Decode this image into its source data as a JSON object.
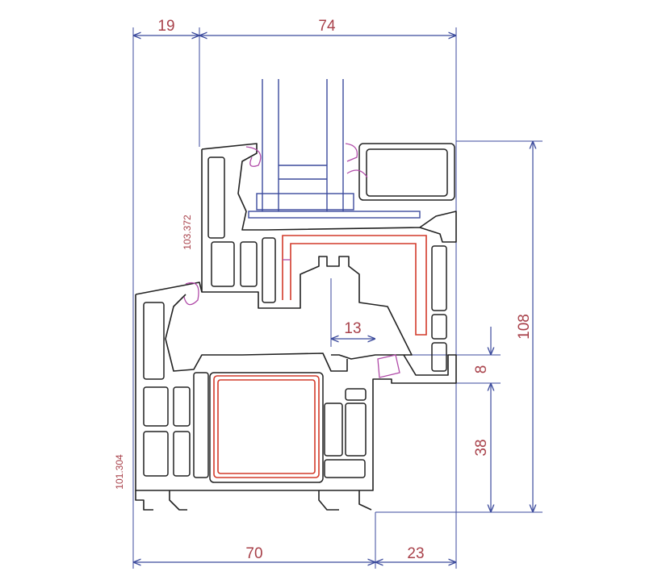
{
  "dimensions": {
    "top_left": "19",
    "top_right": "74",
    "right_total": "108",
    "inner_13": "13",
    "right_8": "8",
    "right_38": "38",
    "bottom_left": "70",
    "bottom_right": "23",
    "sash_ref": "103.372",
    "frame_ref": "101.304"
  },
  "colors": {
    "dimension_line": "#3b4a9c",
    "dimension_text": "#a8414a",
    "reinforcement": "#d23a2a",
    "gasket": "#b04aa8"
  }
}
